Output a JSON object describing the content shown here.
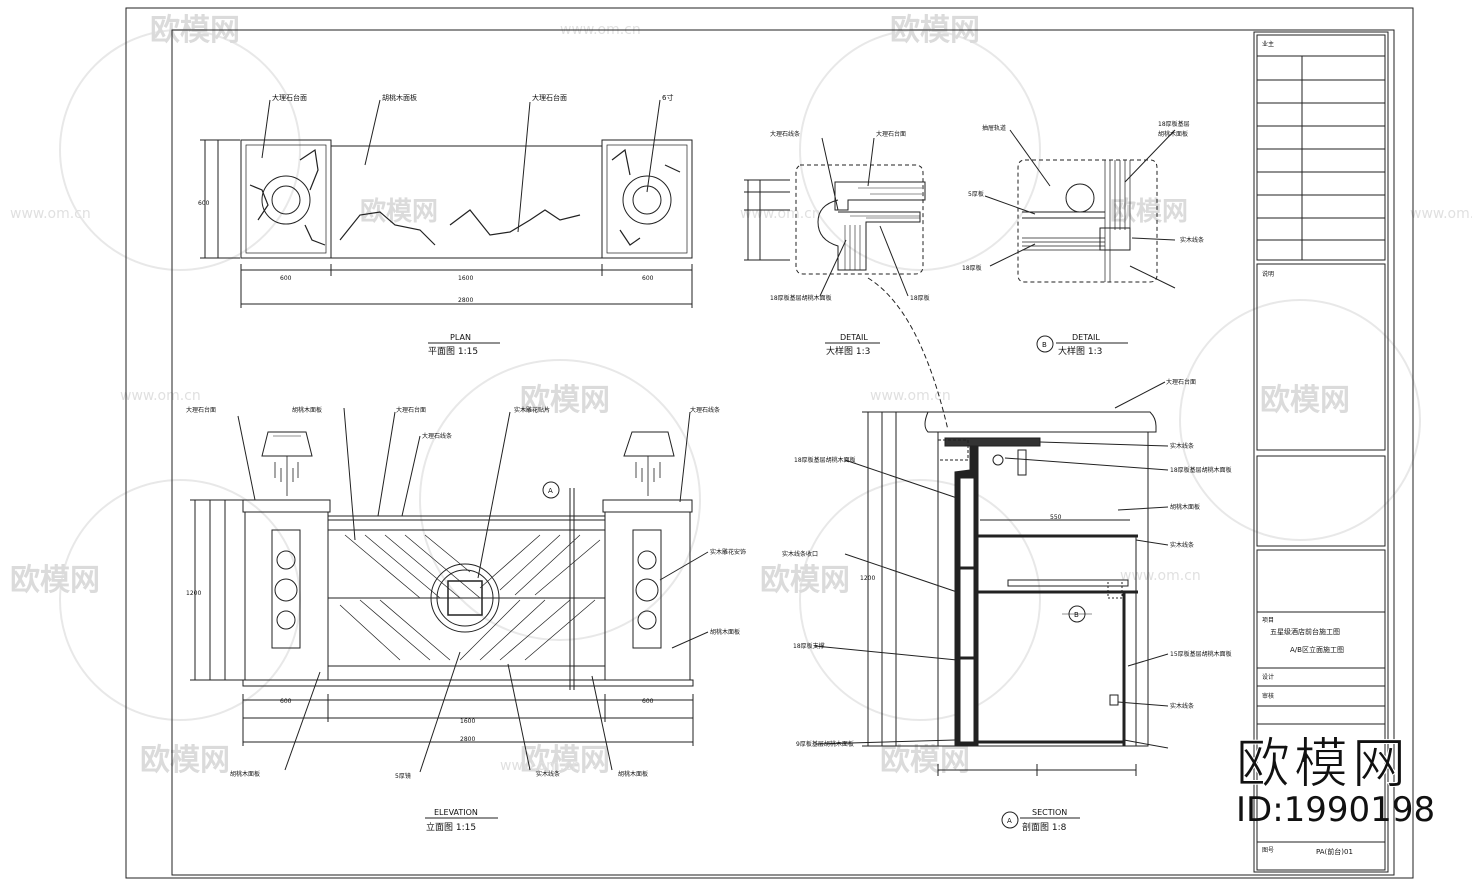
{
  "views": {
    "plan": {
      "title_en": "PLAN",
      "title_cn": "平面图 1:15"
    },
    "detail1": {
      "title_en": "DETAIL",
      "title_cn": "大样图 1:3"
    },
    "detail2": {
      "title_en": "DETAIL",
      "title_cn": "大样图 1:3",
      "marker": "B"
    },
    "elevation": {
      "title_en": "ELEVATION",
      "title_cn": "立面图 1:15"
    },
    "section": {
      "title_en": "SECTION",
      "title_cn": "剖面图 1:8",
      "marker": "A"
    }
  },
  "plan_labels": [
    "大理石台面",
    "胡桃木面板",
    "大理石台面",
    "6寸"
  ],
  "plan_dims": {
    "d1": "600",
    "d2": "1600",
    "d3": "600",
    "total": "2800",
    "h": "600"
  },
  "detail1_labels": [
    "大理石线条",
    "大理石台面",
    "18厚板基层胡桃木面板",
    "18厚板"
  ],
  "detail2_labels": [
    "抽屉轨道",
    "5厚板",
    "18厚板",
    "18厚板基层",
    "胡桃木面板",
    "实木线条"
  ],
  "elevation_labels": [
    "大理石台面",
    "胡桃木面板",
    "大理石台面",
    "大理石线条",
    "实木雕花贴片",
    "大理石线条",
    "实木雕花安饰",
    "胡桃木面板",
    "胡桃木面板",
    "5厚镜",
    "实木线条",
    "胡桃木面板"
  ],
  "elevation_dims": {
    "a": "600",
    "b": "1600",
    "c": "600",
    "total": "2800",
    "height": "1200"
  },
  "elevation_marker": "A",
  "section_labels": [
    "大理石台面",
    "实木线条",
    "18厚板基层胡桃木面板",
    "胡桃木面板",
    "实木线条",
    "实木线条收口",
    "18厚板支撑",
    "15厚板基层胡桃木面板",
    "实木线条",
    "18厚板基层胡桃木面板",
    "9厚板基层胡桃木面板"
  ],
  "section_marker": "B",
  "section_dims": {
    "depth": "550",
    "h": "1200"
  },
  "title_block": {
    "row1": "业主",
    "row2": "说明",
    "row3": "项目",
    "project_line1": "五星级酒店前台施工图",
    "project_line2": "A/B区立面施工图",
    "row4": "设计",
    "row5": "审核",
    "row6": "图号",
    "sheet_no": "PA(前台)01"
  },
  "watermark": {
    "text": "欧模网",
    "url": "www.om.cn"
  },
  "brand": {
    "name": "欧模网",
    "id": "ID:1990198"
  }
}
